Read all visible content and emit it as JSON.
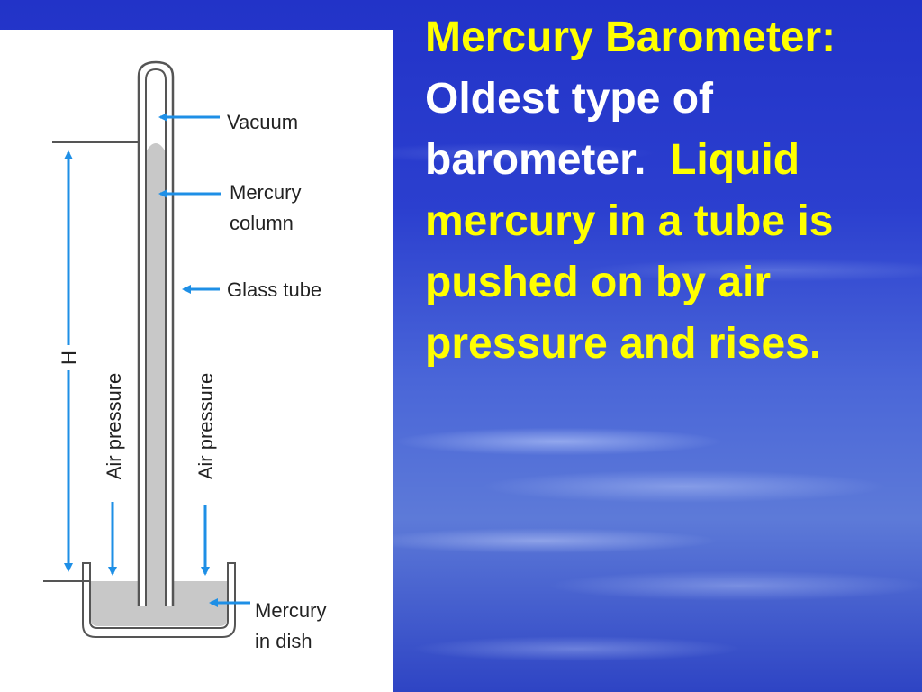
{
  "slide": {
    "title": "Mercury Barometer:",
    "text_white": "Oldest type of barometer.",
    "text_yellow": "Liquid mercury in a tube is pushed on by air pressure and rises."
  },
  "diagram": {
    "labels": {
      "vacuum": "Vacuum",
      "mercury_column_line1": "Mercury",
      "mercury_column_line2": "column",
      "glass_tube": "Glass tube",
      "height": "H",
      "air_pressure_left": "Air pressure",
      "air_pressure_right": "Air pressure",
      "mercury_dish_line1": "Mercury",
      "mercury_dish_line2": "in dish"
    },
    "colors": {
      "arrow": "#1e8fe6",
      "mercury": "#c8c8c8",
      "glass": "#555555"
    }
  }
}
